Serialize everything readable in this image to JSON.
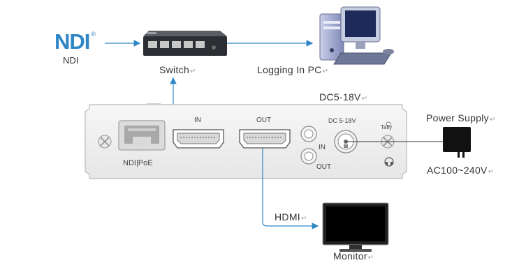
{
  "ndi": {
    "logo_text": "NDI",
    "registered_mark": "®",
    "label": "NDI"
  },
  "switch": {
    "label": "Switch"
  },
  "pc": {
    "label": "Logging In PC"
  },
  "power_input": {
    "label": "DC5-18V"
  },
  "power_supply": {
    "label": "Power Supply",
    "ac_label": "AC100~240V"
  },
  "hdmi": {
    "label": "HDMI"
  },
  "monitor": {
    "label": "Monitor"
  },
  "panel": {
    "ndi_poe": "NDI|PoE",
    "hdmi_in": "IN",
    "hdmi_out": "OUT",
    "dc_label": "DC 5-18V",
    "tally": "Tally",
    "audio_in": "IN",
    "audio_out": "OUT"
  },
  "return_mark": "↵",
  "colors": {
    "arrow": "#2f86c6",
    "ndi_blue": "#2f86c6",
    "panel_fill": "#f2f2f2",
    "panel_stroke": "#bfbfbf"
  }
}
